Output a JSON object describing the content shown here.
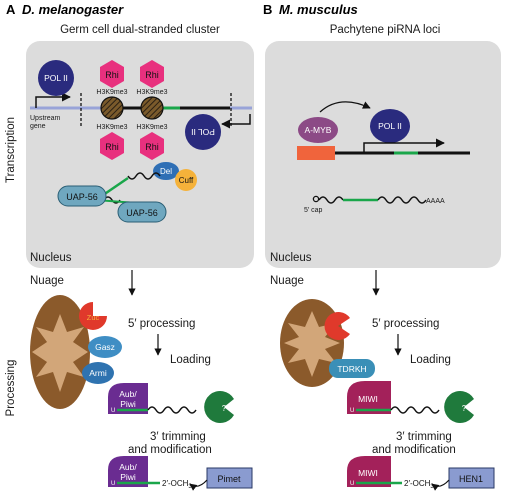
{
  "panel_a": {
    "letter": "A",
    "species": "D. melanogaster",
    "subtitle": "Germ cell dual-stranded cluster",
    "nucleus": "Nucleus",
    "nuage": "Nuage",
    "pol2": "POL II",
    "pol2_rev": "POL II",
    "rhi": "Rhi",
    "h3k9": "H3K9me3",
    "upstream_1": "Upstream",
    "upstream_2": "gene",
    "del": "Del",
    "cuff": "Cuff",
    "uap56": "UAP-56",
    "zuc": "Zuc",
    "processing5": "5′ processing",
    "gasz": "Gasz",
    "loading": "Loading",
    "armi": "Armi",
    "aub1": "Aub/",
    "aub2": "Piwi",
    "u": "U",
    "question": "?",
    "trim1": "3′ trimming",
    "trim2": "and modification",
    "och3": "2′-OCH",
    "och3_sub": "3",
    "pimet": "Pimet"
  },
  "panel_b": {
    "letter": "B",
    "species": "M. musculus",
    "subtitle": "Pachytene piRNA loci",
    "nucleus": "Nucleus",
    "nuage": "Nuage",
    "amyb": "A-MYB",
    "pol2": "POL II",
    "cap": "5′ cap",
    "aaaa": "AAAA",
    "processing5": "5′ processing",
    "tdrkh": "TDRKH",
    "loading": "Loading",
    "miwi": "MIWI",
    "u": "U",
    "question": "?",
    "trim1": "3′ trimming",
    "trim2": "and modification",
    "och3": "2′-OCH",
    "och3_sub": "3",
    "hen1": "HEN1"
  },
  "side": {
    "transcription": "Transcription",
    "processing": "Processing"
  },
  "colors": {
    "nucleus_bg": "#dcdcdc",
    "pol2": "#2a2b7e",
    "rhi": "#e8307e",
    "uap": "#6fa7bf",
    "del": "#2f6fb5",
    "cuff": "#f5b23a",
    "zuc": "#e0392b",
    "gasz": "#3f8ec4",
    "armi": "#2f73b0",
    "aub": "#6a2c91",
    "miwi": "#a3215a",
    "nuclease": "#1f7a3c",
    "pimet": "#8a9bd0",
    "amyb": "#8c4a86",
    "amyb_box": "#f0643c",
    "mito": "#8b5a2b",
    "mito_inner": "#d2a679",
    "tdrkh": "#3a8fb7",
    "green": "#1aa64a",
    "lavender": "#98a3d8"
  }
}
